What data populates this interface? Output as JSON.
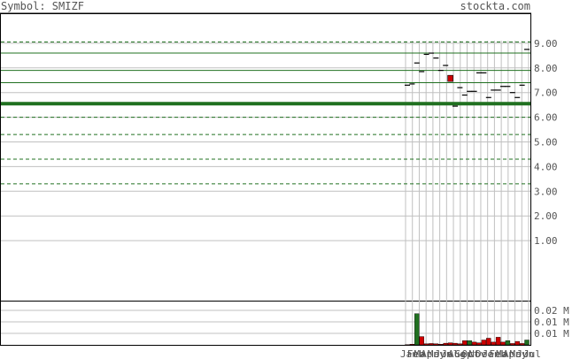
{
  "header": {
    "symbol_label": "Symbol: SMIZF",
    "site": "stockta.com"
  },
  "colors": {
    "up": "#cc0000",
    "down": "#207020",
    "support": "#207020",
    "grid": "#c0c0c0",
    "text": "#555555"
  },
  "chart_data": {
    "type": "candlestick",
    "price_axis": {
      "ylim": [
        0,
        10
      ],
      "ticks": [
        "1.00",
        "2.00",
        "3.00",
        "4.00",
        "5.00",
        "6.00",
        "7.00",
        "8.00",
        "9.00"
      ]
    },
    "volume_axis": {
      "ylim": [
        0,
        0.03
      ],
      "ticks": [
        "0.01 M",
        "0.01 M",
        "0.02 M"
      ]
    },
    "horizontal_levels": [
      {
        "price": 9.05,
        "style": "dashed"
      },
      {
        "price": 8.6,
        "style": "solid"
      },
      {
        "price": 7.9,
        "style": "solid"
      },
      {
        "price": 7.4,
        "style": "solid"
      },
      {
        "price": 6.55,
        "style": "solid-thick"
      },
      {
        "price": 6.0,
        "style": "dashed"
      },
      {
        "price": 5.3,
        "style": "dashed"
      },
      {
        "price": 4.3,
        "style": "dashed"
      },
      {
        "price": 3.3,
        "style": "dashed"
      }
    ],
    "x_labels": [
      "Jan",
      "Feb",
      "Mar",
      "Apr",
      "May",
      "Jun",
      "Jul",
      "Aug",
      "Sep",
      "Oct",
      "Nov",
      "Dec",
      "Jan",
      "Feb",
      "Mar",
      "Apr",
      "May",
      "Jun",
      "Jul"
    ],
    "candles": [
      {
        "open": 7.3,
        "high": 7.3,
        "low": 7.3,
        "close": 7.3,
        "volume": 0.0002
      },
      {
        "open": 7.35,
        "high": 7.35,
        "low": 7.35,
        "close": 7.35,
        "volume": 0.0005
      },
      {
        "open": 8.2,
        "high": 8.2,
        "low": 8.2,
        "close": 8.2,
        "volume": 0.0225
      },
      {
        "open": 7.85,
        "high": 7.85,
        "low": 7.85,
        "close": 7.85,
        "volume": 0.006
      },
      {
        "open": 8.55,
        "high": 8.55,
        "low": 8.55,
        "close": 8.55,
        "volume": 0.0008
      },
      {
        "open": 8.6,
        "high": 8.6,
        "low": 8.6,
        "close": 8.6,
        "volume": 0.001
      },
      {
        "open": 8.4,
        "high": 8.4,
        "low": 8.4,
        "close": 8.4,
        "volume": 0.0008
      },
      {
        "open": 7.9,
        "high": 7.9,
        "low": 7.9,
        "close": 7.9,
        "volume": 0.0005
      },
      {
        "open": 8.1,
        "high": 8.1,
        "low": 8.1,
        "close": 8.1,
        "volume": 0.0012
      },
      {
        "open": 7.45,
        "high": 7.7,
        "low": 7.45,
        "close": 7.7,
        "volume": 0.0015
      },
      {
        "open": 6.45,
        "high": 6.45,
        "low": 6.45,
        "close": 6.45,
        "volume": 0.0012
      },
      {
        "open": 7.2,
        "high": 7.2,
        "low": 7.2,
        "close": 7.2,
        "volume": 0.0008
      },
      {
        "open": 6.9,
        "high": 6.9,
        "low": 6.9,
        "close": 6.9,
        "volume": 0.003
      },
      {
        "open": 7.05,
        "high": 7.05,
        "low": 7.05,
        "close": 7.05,
        "volume": 0.003
      },
      {
        "open": 7.05,
        "high": 7.05,
        "low": 7.05,
        "close": 7.05,
        "volume": 0.002
      },
      {
        "open": 7.8,
        "high": 7.8,
        "low": 7.8,
        "close": 7.8,
        "volume": 0.0015
      },
      {
        "open": 7.8,
        "high": 7.8,
        "low": 7.8,
        "close": 7.8,
        "volume": 0.0035
      },
      {
        "open": 6.8,
        "high": 6.8,
        "low": 6.8,
        "close": 6.8,
        "volume": 0.0048
      },
      {
        "open": 7.1,
        "high": 7.1,
        "low": 7.1,
        "close": 7.1,
        "volume": 0.002
      },
      {
        "open": 7.1,
        "high": 7.1,
        "low": 7.1,
        "close": 7.1,
        "volume": 0.0055
      },
      {
        "open": 7.25,
        "high": 7.25,
        "low": 7.25,
        "close": 7.25,
        "volume": 0.002
      },
      {
        "open": 7.25,
        "high": 7.25,
        "low": 7.25,
        "close": 7.25,
        "volume": 0.003
      },
      {
        "open": 7.0,
        "high": 7.0,
        "low": 7.0,
        "close": 7.0,
        "volume": 0.001
      },
      {
        "open": 6.8,
        "high": 6.8,
        "low": 6.8,
        "close": 6.8,
        "volume": 0.0025
      },
      {
        "open": 7.3,
        "high": 7.3,
        "low": 7.3,
        "close": 7.3,
        "volume": 0.001
      },
      {
        "open": 8.75,
        "high": 8.75,
        "low": 8.75,
        "close": 8.75,
        "volume": 0.0035
      }
    ]
  }
}
